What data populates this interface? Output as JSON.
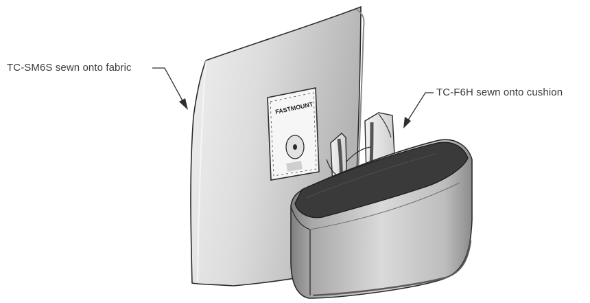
{
  "labels": {
    "fabric": "TC-SM6S sewn onto fabric",
    "cushion": "TC-F6H sewn onto cushion"
  },
  "plate": {
    "brand": "FASTMOUNT",
    "brand_suffix": "",
    "part_text": ""
  },
  "colors": {
    "outline": "#2a2a2a",
    "fabric_light": "#e9e9e9",
    "fabric_dark": "#b9b9b9",
    "cushion_light": "#d9d9d9",
    "cushion_dark": "#8e8e8e",
    "foam": "#3c3c3c",
    "clip_dark": "#555555",
    "label_text": "#3a3a3a"
  },
  "icons": {
    "fabric_arrow": "arrow-down-right-icon",
    "cushion_arrow": "arrow-down-left-icon"
  }
}
